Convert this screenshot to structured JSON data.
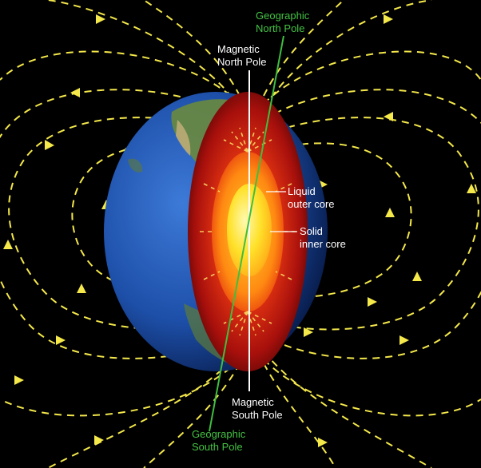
{
  "labels": {
    "geo_north": [
      "Geographic",
      "North Pole"
    ],
    "mag_north": [
      "Magnetic",
      "North Pole"
    ],
    "liquid_core": [
      "Liquid",
      "outer core"
    ],
    "solid_core": [
      "Solid",
      "inner core"
    ],
    "mag_south": [
      "Magnetic",
      "South Pole"
    ],
    "geo_south": [
      "Geographic",
      "South Pole"
    ]
  },
  "colors": {
    "background": "#000000",
    "field_lines": "#f4e84a",
    "geographic_axis": "#3fbf3f",
    "magnetic_axis": "#ffffff",
    "label_white": "#ffffff",
    "label_green": "#43c343",
    "ocean": "#1d4fa8",
    "mantle": "#a8100c",
    "outer_core": "#ff7a10",
    "inner_core": "#ffe12a"
  }
}
